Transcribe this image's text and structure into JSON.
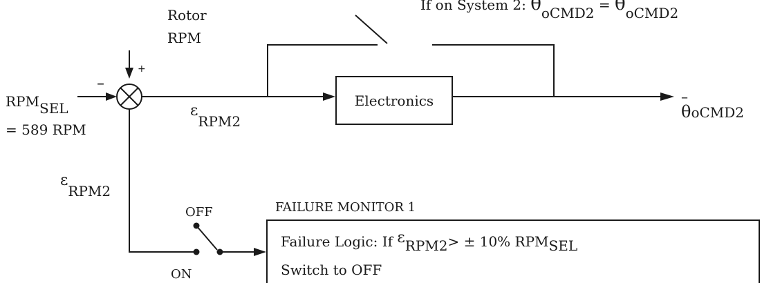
{
  "top_note": {
    "prefix": "If on System 2: ",
    "theta1": "θ",
    "sub1": "oCMD2",
    "equals": " = ",
    "theta2": "θ",
    "sub2": "oCMD2"
  },
  "rotor": {
    "line1": "Rotor",
    "line2": "RPM",
    "sign": "+"
  },
  "rpm_sel": {
    "main": "RPM",
    "sub": "SEL",
    "value": "= 589 RPM",
    "sign": "–"
  },
  "error_main": {
    "epsilon": "ε",
    "sub": "RPM2"
  },
  "error_branch": {
    "epsilon": "ε",
    "sub": "RPM2"
  },
  "electronics_block": {
    "label": "Electronics"
  },
  "output": {
    "bar": "–",
    "theta": "θ",
    "sub": "oCMD2"
  },
  "switch": {
    "off_label": "OFF",
    "on_label": "ON"
  },
  "failure_monitor": {
    "title": "FAILURE MONITOR 1",
    "logic_prefix": "Failure Logic:  If ",
    "logic_epsilon": "ε",
    "logic_sub": "RPM2",
    "logic_cond": "> ± 10% RPM",
    "logic_cond_sub": "SEL",
    "action": "Switch to OFF"
  }
}
